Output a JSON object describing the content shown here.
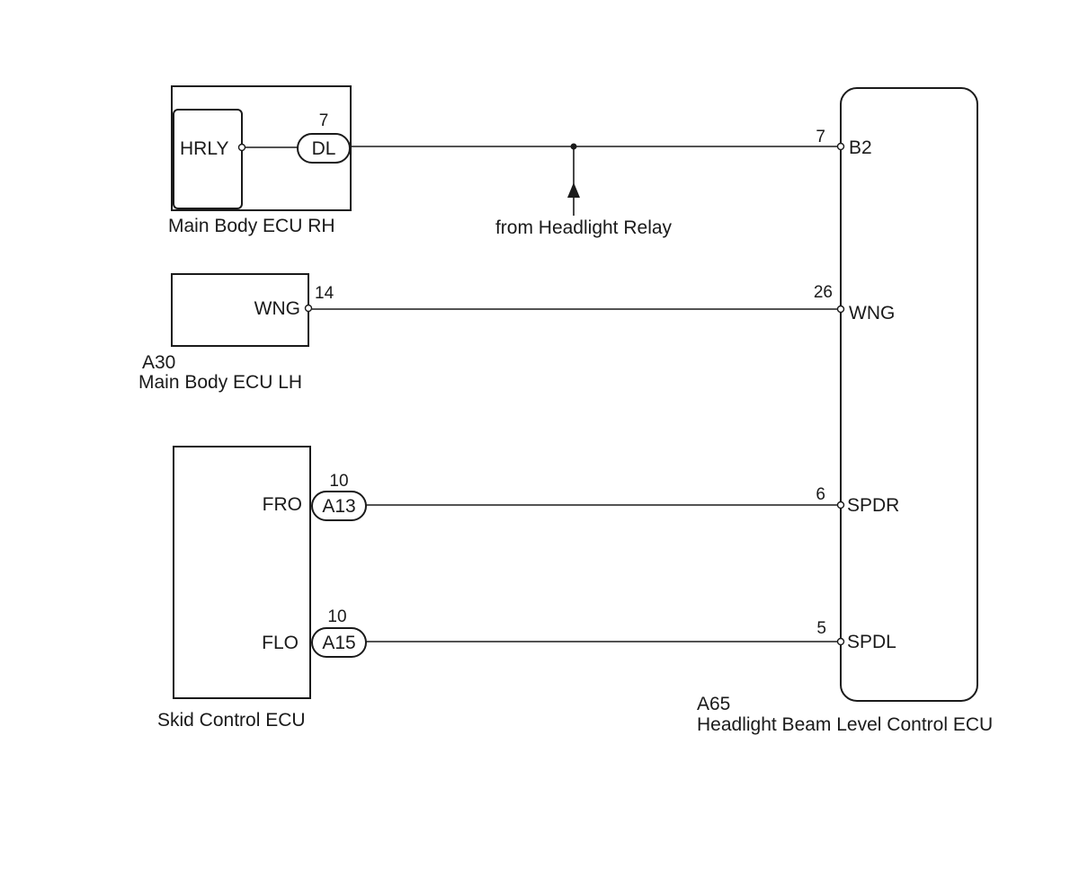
{
  "components": {
    "main_body_ecu_rh": {
      "name": "Main Body ECU RH",
      "inner_terminal": "HRLY",
      "connector": "DL",
      "pin": "7"
    },
    "main_body_ecu_lh": {
      "code": "A30",
      "name": "Main Body ECU LH",
      "terminal": "WNG",
      "pin": "14"
    },
    "skid_control_ecu": {
      "name": "Skid Control ECU",
      "terminals": [
        {
          "terminal": "FRO",
          "connector": "A13",
          "pin": "10"
        },
        {
          "terminal": "FLO",
          "connector": "A15",
          "pin": "10"
        }
      ]
    },
    "headlight_beam_ecu": {
      "code": "A65",
      "name": "Headlight Beam Level Control ECU",
      "terminals": [
        {
          "terminal": "B2",
          "pin": "7"
        },
        {
          "terminal": "WNG",
          "pin": "26"
        },
        {
          "terminal": "SPDR",
          "pin": "6"
        },
        {
          "terminal": "SPDL",
          "pin": "5"
        }
      ]
    }
  },
  "annotations": {
    "headlight_relay": "from Headlight Relay"
  }
}
